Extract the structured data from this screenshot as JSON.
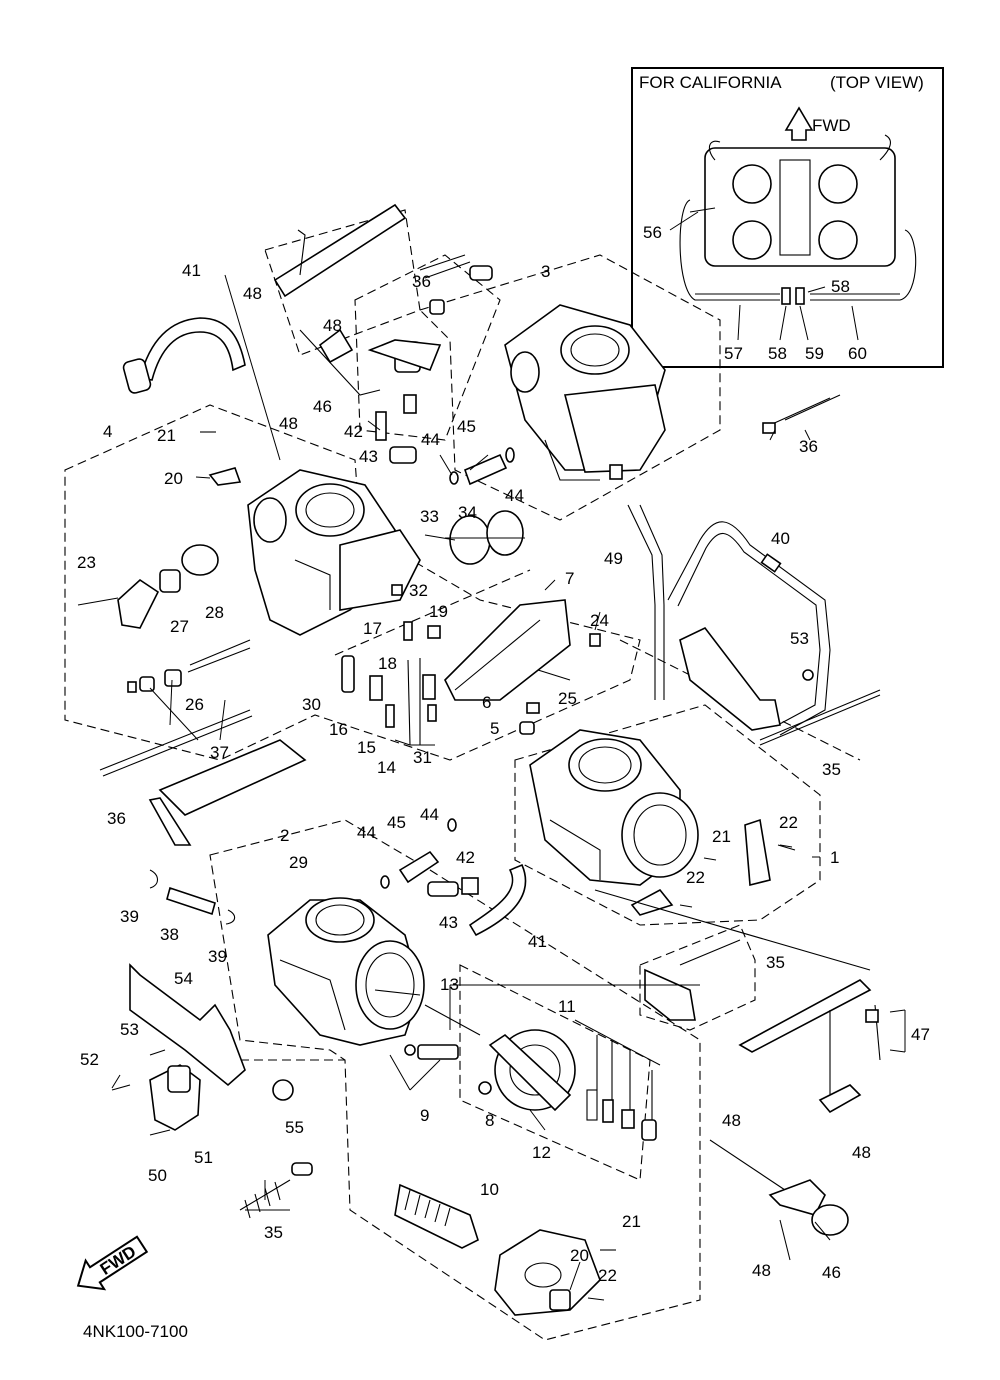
{
  "diagram_code": "4NK100-7100",
  "fwd_badge": "FWD",
  "inset": {
    "title": "FOR CALIFORNIA",
    "view": "(TOP VIEW)",
    "fwd": "FWD",
    "labels": [
      "56",
      "58",
      "57",
      "58",
      "59",
      "60"
    ]
  },
  "part_labels": [
    "41",
    "48",
    "48",
    "36",
    "3",
    "46",
    "48",
    "42",
    "4",
    "21",
    "43",
    "44",
    "45",
    "44",
    "36",
    "20",
    "33",
    "34",
    "7",
    "23",
    "27",
    "28",
    "32",
    "19",
    "49",
    "40",
    "24",
    "17",
    "18",
    "53",
    "30",
    "16",
    "26",
    "6",
    "25",
    "15",
    "14",
    "31",
    "5",
    "37",
    "35",
    "36",
    "44",
    "45",
    "2",
    "29",
    "44",
    "42",
    "22",
    "21",
    "1",
    "22",
    "39",
    "38",
    "39",
    "43",
    "41",
    "13",
    "35",
    "11",
    "54",
    "47",
    "53",
    "52",
    "9",
    "8",
    "55",
    "12",
    "48",
    "51",
    "50",
    "48",
    "10",
    "35",
    "21",
    "20",
    "22",
    "48",
    "46"
  ]
}
